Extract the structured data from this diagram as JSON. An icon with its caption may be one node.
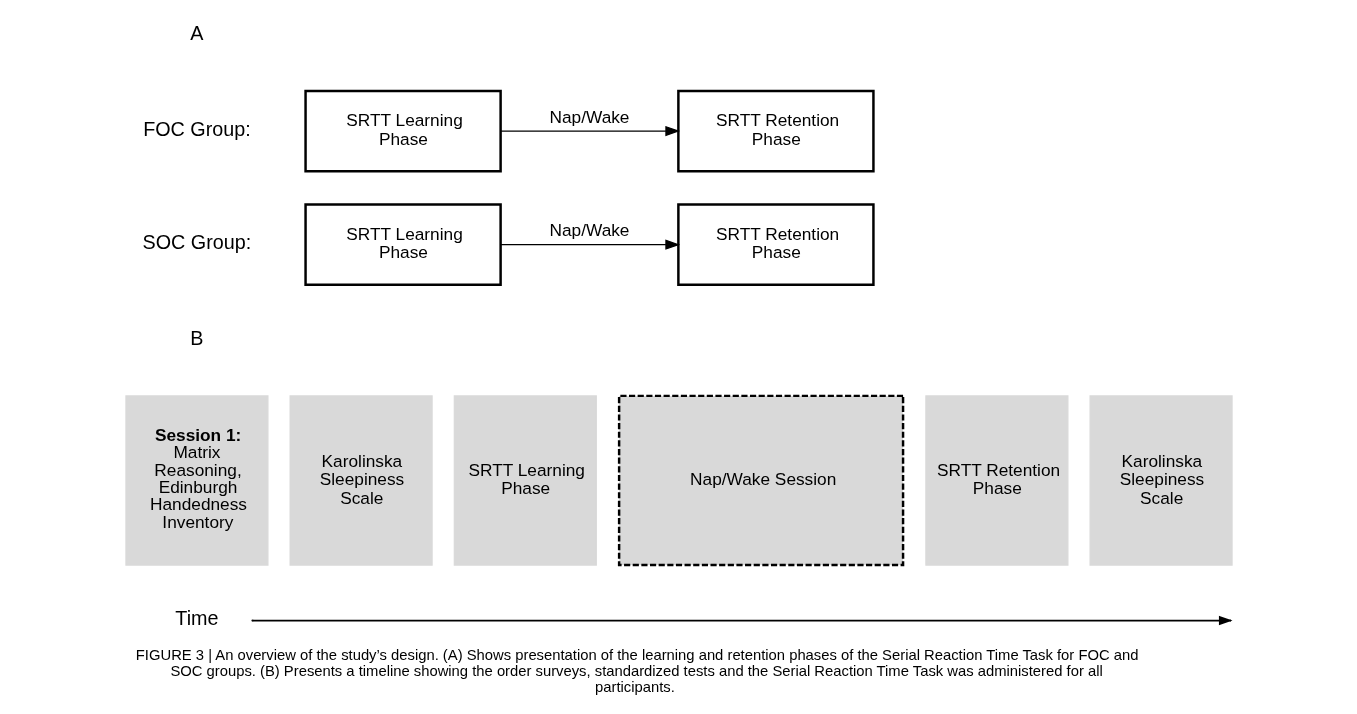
{
  "diagram": {
    "caption": "FIGURE 3 | An overview of the study’s design. (A) Shows presentation of the learning and retention phases of the Serial Reaction Time Task for FOC and SOC groups. (B) Presents a timeline showing the order surveys, standardized tests and the Serial Reaction Time Task was administered for all participants.",
    "nodes": [
      {
        "text": [
          "SRTT Learning Phase"
        ]
      },
      {
        "text": [
          "SRTT Retention Phase"
        ]
      },
      {
        "text": [
          "SRTT Learning Phase"
        ]
      },
      {
        "text": [
          "SRTT Retention Phase"
        ]
      },
      {
        "text": [
          "Session 1:",
          "Matrix Reasoning, Edinburgh Handedness Inventory"
        ]
      },
      {
        "text": [
          "Karolinska Sleepiness Scale"
        ]
      },
      {
        "text": [
          "SRTT Learning Phase"
        ]
      },
      {
        "text": [
          "Nap/Wake Session"
        ]
      },
      {
        "text": [
          "SRTT Retention Phase"
        ]
      },
      {
        "text": [
          "Karolinska Sleepiness Scale"
        ]
      }
    ],
    "edges": [
      {
        "from": 0,
        "to": 1,
        "arrow": "to",
        "label": "Nap/Wake"
      },
      {
        "from": 2,
        "to": 3,
        "arrow": "to",
        "label": "Nap/Wake"
      }
    ],
    "labels": [
      "A",
      "FOC Group:",
      "SOC Group:",
      "B",
      "Time"
    ]
  }
}
